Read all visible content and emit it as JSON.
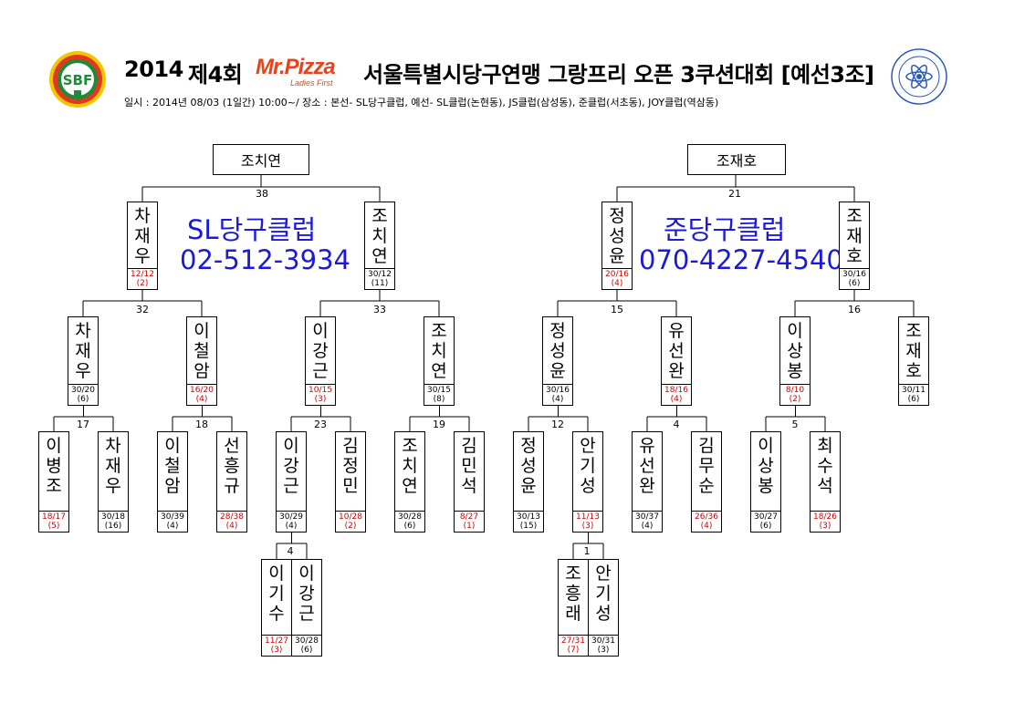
{
  "header": {
    "year": "2014",
    "round": "제4회",
    "sponsor_brand": "Mr.Pizza",
    "sponsor_tagline": "Ladies First",
    "title": "서울특별시당구연맹 그랑프리 오픈 3쿠션대회 [예선3조]",
    "info": "일시 : 2014년 08/03 (1일간) 10:00~/ 장소 : 본선- SL당구클럽, 예선- SL클럽(논현동), JS클럽(삼성동), 준클럽(서초동), JOY클럽(역삼동)",
    "left_logo_text": "SBF",
    "colors": {
      "loss": "#d00000",
      "club": "#1a1ad8",
      "brand": "#e8431c"
    }
  },
  "clubs": {
    "left": {
      "name": "SL당구클럽",
      "phone": "02-512-3934"
    },
    "right": {
      "name": "준당구클럽",
      "phone": "070-4227-4540"
    }
  },
  "bracket": {
    "champions": [
      "조치연",
      "조재호"
    ],
    "matches": {
      "ca": "38",
      "cb": "21",
      "s1": "32",
      "s2": "33",
      "s3": "15",
      "s4": "16",
      "r1": "17",
      "r2": "18",
      "r3": "23",
      "r4": "19",
      "r5": "12",
      "r6": "4",
      "r7": "5",
      "p1": "4",
      "p2": "1"
    },
    "players": {
      "L1": {
        "name": "차재우",
        "score": "12/12",
        "rank": "(2)",
        "loss": true
      },
      "L2": {
        "name": "조치연",
        "score": "30/12",
        "rank": "(11)",
        "loss": false
      },
      "L3": {
        "name": "정성윤",
        "score": "20/16",
        "rank": "(4)",
        "loss": true
      },
      "L4": {
        "name": "조재호",
        "score": "30/16",
        "rank": "(6)",
        "loss": false
      },
      "M1": {
        "name": "차재우",
        "score": "30/20",
        "rank": "(6)",
        "loss": false
      },
      "M2": {
        "name": "이철암",
        "score": "16/20",
        "rank": "(4)",
        "loss": true
      },
      "M3": {
        "name": "이강근",
        "score": "10/15",
        "rank": "(3)",
        "loss": true
      },
      "M4": {
        "name": "조치연",
        "score": "30/15",
        "rank": "(8)",
        "loss": false
      },
      "M5": {
        "name": "정성윤",
        "score": "30/16",
        "rank": "(4)",
        "loss": false
      },
      "M6": {
        "name": "유선완",
        "score": "18/16",
        "rank": "(4)",
        "loss": true
      },
      "M7": {
        "name": "이상봉",
        "score": "8/10",
        "rank": "(2)",
        "loss": true
      },
      "M8": {
        "name": "조재호",
        "score": "30/11",
        "rank": "(6)",
        "loss": false
      },
      "B1": {
        "name": "이병조",
        "score": "18/17",
        "rank": "(5)",
        "loss": true
      },
      "B2": {
        "name": "차재우",
        "score": "30/18",
        "rank": "(16)",
        "loss": false
      },
      "B3": {
        "name": "이철암",
        "score": "30/39",
        "rank": "(4)",
        "loss": false
      },
      "B4": {
        "name": "선흥규",
        "score": "28/38",
        "rank": "(4)",
        "loss": true
      },
      "B5": {
        "name": "이강근",
        "score": "30/29",
        "rank": "(4)",
        "loss": false
      },
      "B6": {
        "name": "김정민",
        "score": "10/28",
        "rank": "(2)",
        "loss": true
      },
      "B7": {
        "name": "조치연",
        "score": "30/28",
        "rank": "(6)",
        "loss": false
      },
      "B8": {
        "name": "김민석",
        "score": "8/27",
        "rank": "(1)",
        "loss": true
      },
      "B9": {
        "name": "정성윤",
        "score": "30/13",
        "rank": "(15)",
        "loss": false
      },
      "B10": {
        "name": "안기성",
        "score": "11/13",
        "rank": "(3)",
        "loss": true
      },
      "B11": {
        "name": "유선완",
        "score": "30/37",
        "rank": "(4)",
        "loss": false
      },
      "B12": {
        "name": "김무순",
        "score": "26/36",
        "rank": "(4)",
        "loss": true
      },
      "B13": {
        "name": "이상봉",
        "score": "30/27",
        "rank": "(6)",
        "loss": false
      },
      "B14": {
        "name": "최수석",
        "score": "18/26",
        "rank": "(3)",
        "loss": true
      },
      "P1": {
        "name": "이기수",
        "score": "11/27",
        "rank": "(3)",
        "loss": true
      },
      "P2": {
        "name": "이강근",
        "score": "30/28",
        "rank": "(6)",
        "loss": false
      },
      "P3": {
        "name": "조흥래",
        "score": "27/31",
        "rank": "(7)",
        "loss": true
      },
      "P4": {
        "name": "안기성",
        "score": "30/31",
        "rank": "(3)",
        "loss": false
      }
    }
  }
}
